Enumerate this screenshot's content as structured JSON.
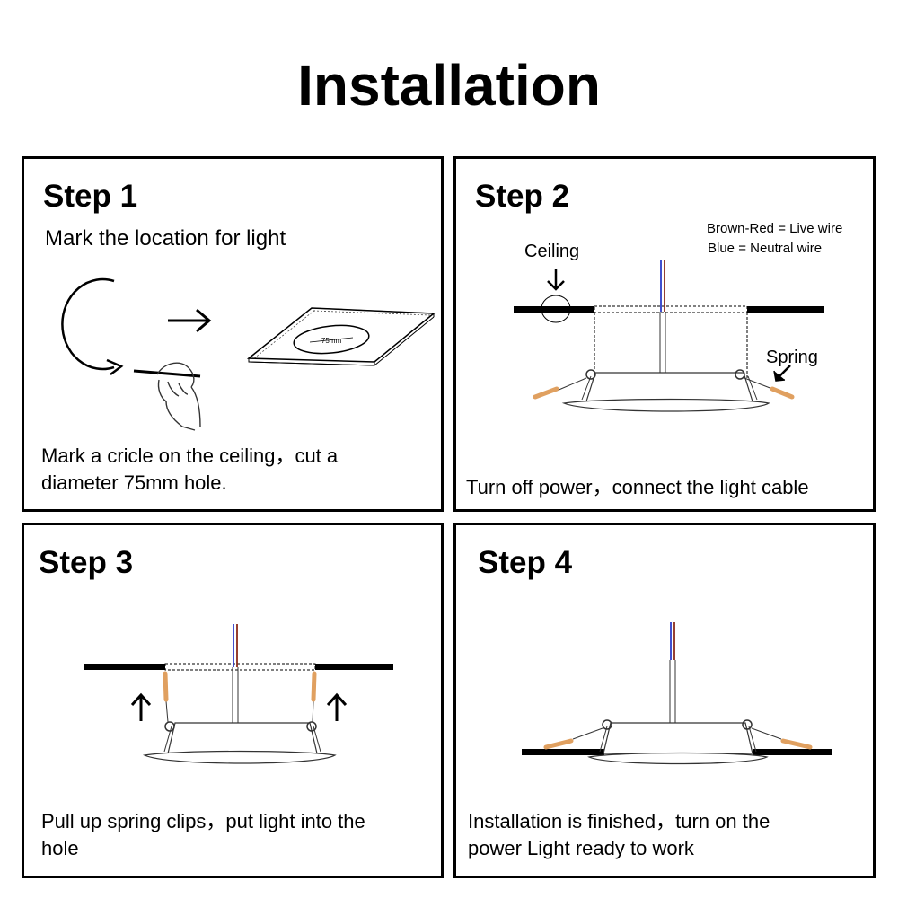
{
  "title": "Installation",
  "steps": [
    {
      "heading": "Step 1",
      "subtitle": "Mark the location for light",
      "hole_label": "75mm",
      "caption_line1": "Mark a cricle on the ceiling，cut a",
      "caption_line2": "diameter 75mm hole."
    },
    {
      "heading": "Step 2",
      "legend_line1": "Brown-Red = Live wire",
      "legend_line2": "Blue = Neutral wire",
      "ceiling_label": "Ceiling",
      "spring_label": "Spring",
      "caption": "Turn off power，connect the light cable"
    },
    {
      "heading": "Step 3",
      "caption_line1": "Pull up spring clips，put light into the",
      "caption_line2": "hole"
    },
    {
      "heading": "Step 4",
      "caption_line1": "Installation is finished，turn on the",
      "caption_line2": "power Light ready to work"
    }
  ],
  "colors": {
    "live_wire": "#8b2a1a",
    "neutral_wire": "#2c3cc8",
    "spring": "#e0a060",
    "line": "#000000"
  }
}
